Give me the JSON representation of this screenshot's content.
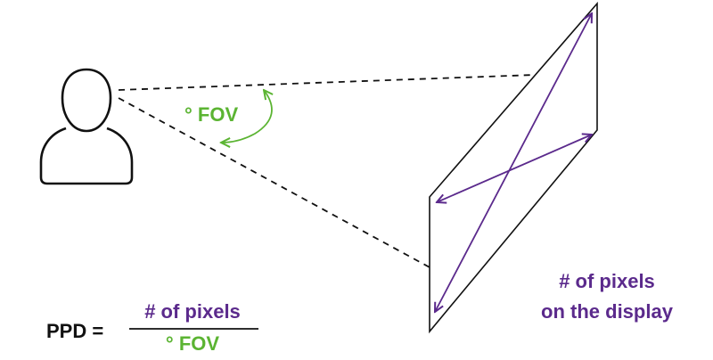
{
  "colors": {
    "outline": "#111111",
    "fov_accent": "#5bb432",
    "pixels_accent": "#5b2a8c"
  },
  "icons": {
    "viewer": "person-silhouette-icon"
  },
  "fov_label": "° FOV",
  "display_label": {
    "line1": "# of pixels",
    "line2": "on the display"
  },
  "formula": {
    "lhs": "PPD =",
    "numerator": "# of pixels",
    "denominator": "° FOV"
  }
}
